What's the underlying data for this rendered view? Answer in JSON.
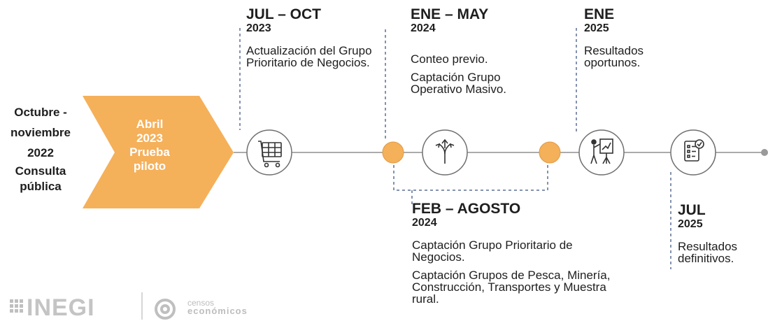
{
  "consulta": {
    "line1": "Octubre -",
    "line2": "noviembre",
    "line3": "2022",
    "line4": "Consulta",
    "line5": "pública"
  },
  "prueba": {
    "line1": "Abril",
    "line2": "2023",
    "line3": "Prueba",
    "line4": "piloto"
  },
  "milestones": [
    {
      "period": "JUL – OCT",
      "year": "2023",
      "items": [
        "Actualización del Grupo Prioritario de Negocios."
      ],
      "icon": "shopping-cart-icon"
    },
    {
      "period": "ENE – MAY",
      "year": "2024",
      "items": [
        "Conteo previo.",
        "Captación Grupo Operativo Masivo."
      ],
      "icon": "split-arrows-icon"
    },
    {
      "period": "FEB – AGOSTO",
      "year": "2024",
      "items": [
        "Captación Grupo Prioritario de Negocios.",
        "Captación Grupos de Pesca, Minería, Construcción, Transportes y Muestra rural."
      ]
    },
    {
      "period": "ENE",
      "year": "2025",
      "items": [
        "Resultados oportunos."
      ],
      "icon": "presentation-icon"
    },
    {
      "period": "JUL",
      "year": "2025",
      "items": [
        "Resultados definitivos."
      ],
      "icon": "checklist-document-icon"
    }
  ],
  "logos": {
    "inegi": "INEGI",
    "censos_line1": "censos",
    "censos_line2": "económicos"
  },
  "colors": {
    "accent": "#f5b05a",
    "line": "#8f8f8f",
    "dashed": "#5a6e95",
    "text": "#1e1e1e"
  }
}
